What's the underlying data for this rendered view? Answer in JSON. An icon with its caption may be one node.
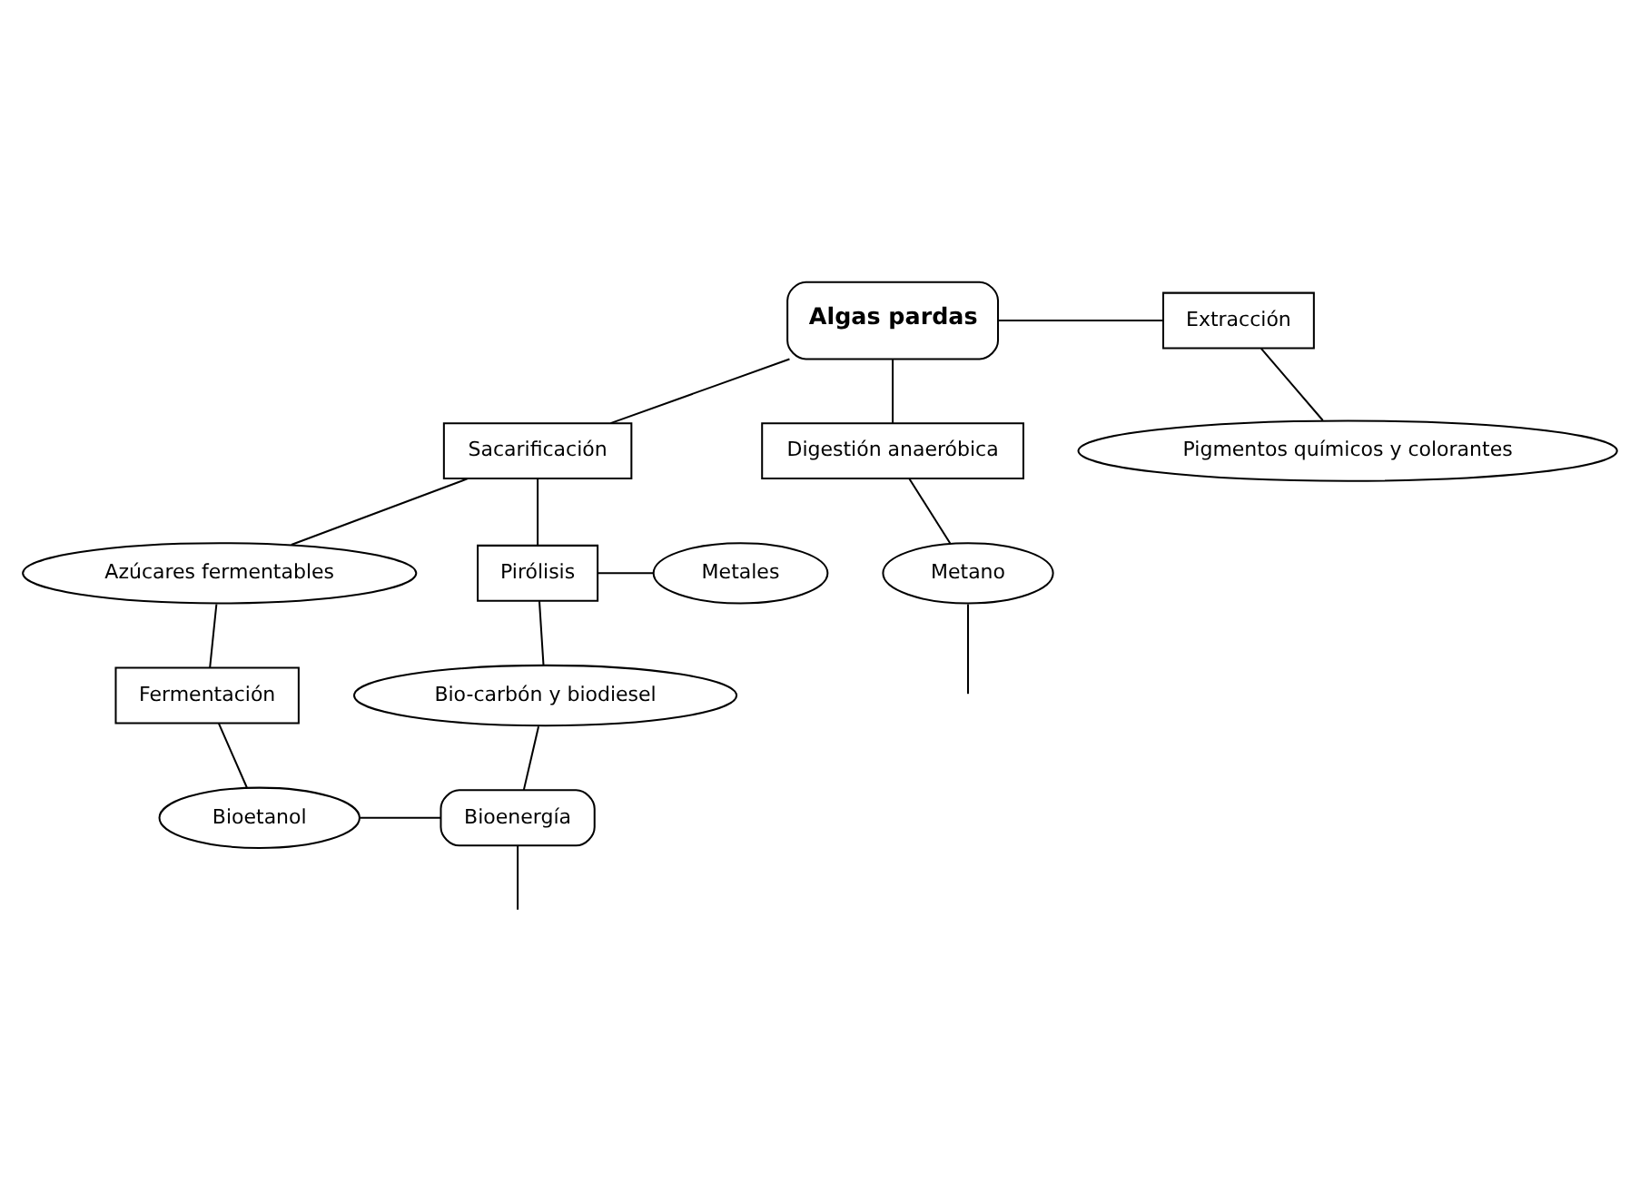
{
  "diagram": {
    "nodes": [
      {
        "text": [
          "Algas pardas"
        ]
      },
      {
        "text": [
          "Extracción"
        ]
      },
      {
        "text": [
          "Pigmentos químicos y colorantes"
        ]
      },
      {
        "text": [
          "Sacarificación"
        ]
      },
      {
        "text": [
          "Digestión anaeróbica"
        ]
      },
      {
        "text": [
          "Azúcares fermentables"
        ]
      },
      {
        "text": [
          "Pirólisis"
        ]
      },
      {
        "text": [
          "Metales"
        ]
      },
      {
        "text": [
          "Metano"
        ]
      },
      {
        "text": [
          "Fermentación"
        ]
      },
      {
        "text": [
          "Bio-carbón y biodiesel"
        ]
      },
      {
        "text": [
          "Bioetanol"
        ]
      },
      {
        "text": [
          "Bioenergía"
        ]
      }
    ],
    "edges": [
      {
        "from": 0,
        "to": 1,
        "arrow": "none"
      },
      {
        "from": 1,
        "to": 2,
        "arrow": "none"
      },
      {
        "from": 0,
        "to": 4,
        "arrow": "none"
      },
      {
        "from": 0,
        "to": 3,
        "arrow": "none"
      },
      {
        "from": 3,
        "to": 5,
        "arrow": "none"
      },
      {
        "from": 3,
        "to": 6,
        "arrow": "none"
      },
      {
        "from": 6,
        "to": 7,
        "arrow": "none"
      },
      {
        "from": 4,
        "to": 8,
        "arrow": "none"
      },
      {
        "from": 5,
        "to": 9,
        "arrow": "none"
      },
      {
        "from": 6,
        "to": 10,
        "arrow": "none"
      },
      {
        "from": 9,
        "to": 11,
        "arrow": "none"
      },
      {
        "from": 10,
        "to": 12,
        "arrow": "none"
      },
      {
        "from": 11,
        "to": 12,
        "arrow": "none"
      },
      {
        "from": 8,
        "to": null,
        "arrow": "none"
      },
      {
        "from": 12,
        "to": null,
        "arrow": "none"
      }
    ]
  }
}
